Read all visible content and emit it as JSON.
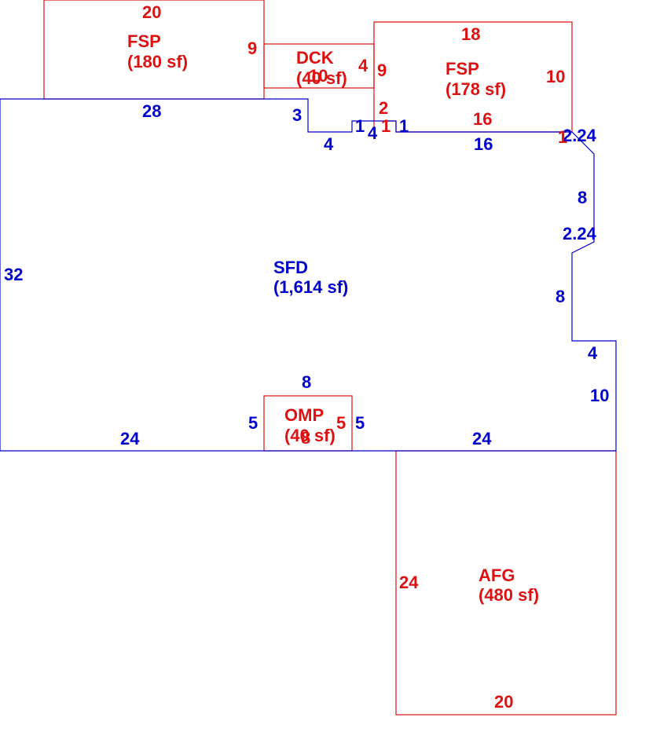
{
  "colors": {
    "primary": "#0000cc",
    "addition": "#dd1111",
    "background": "#ffffff"
  },
  "areas": {
    "sfd": {
      "code": "SFD",
      "area": "(1,614 sf)"
    },
    "fsp_left": {
      "code": "FSP",
      "area": "(180 sf)"
    },
    "fsp_right": {
      "code": "FSP",
      "area": "(178 sf)"
    },
    "dck": {
      "code": "DCK",
      "area": "(40 sf)"
    },
    "omp": {
      "code": "OMP",
      "area": "(40 sf)"
    },
    "afg": {
      "code": "AFG",
      "area": "(480 sf)"
    }
  },
  "dims": {
    "sfd_left": "32",
    "sfd_top": "28",
    "sfd_notch_h": "3",
    "sfd_notch_w": "4",
    "sfd_step_a": "1",
    "sfd_step_b": "4",
    "sfd_step_c": "1",
    "sfd_top_right": "16",
    "sfd_bevel_top": "2.24",
    "sfd_right_upper": "8",
    "sfd_bevel_mid": "2.24",
    "sfd_right_mid": "8",
    "sfd_step_right": "4",
    "sfd_right_lower": "10",
    "sfd_bottom_left": "24",
    "sfd_bottom_right": "24",
    "sfd_omp_top": "8",
    "sfd_omp_left": "5",
    "sfd_omp_right": "5",
    "fspl_top": "20",
    "fspl_right": "9",
    "dck_top": "10",
    "dck_right": "4",
    "fspr_top": "18",
    "fspr_left": "9",
    "fspr_right": "10",
    "fspr_bottom": "16",
    "fspr_step_h": "2",
    "fspr_step_w": "1",
    "fspr_corner": "1",
    "omp_inner": "5",
    "omp_bottom": "8",
    "afg_left": "24",
    "afg_bottom": "20"
  }
}
